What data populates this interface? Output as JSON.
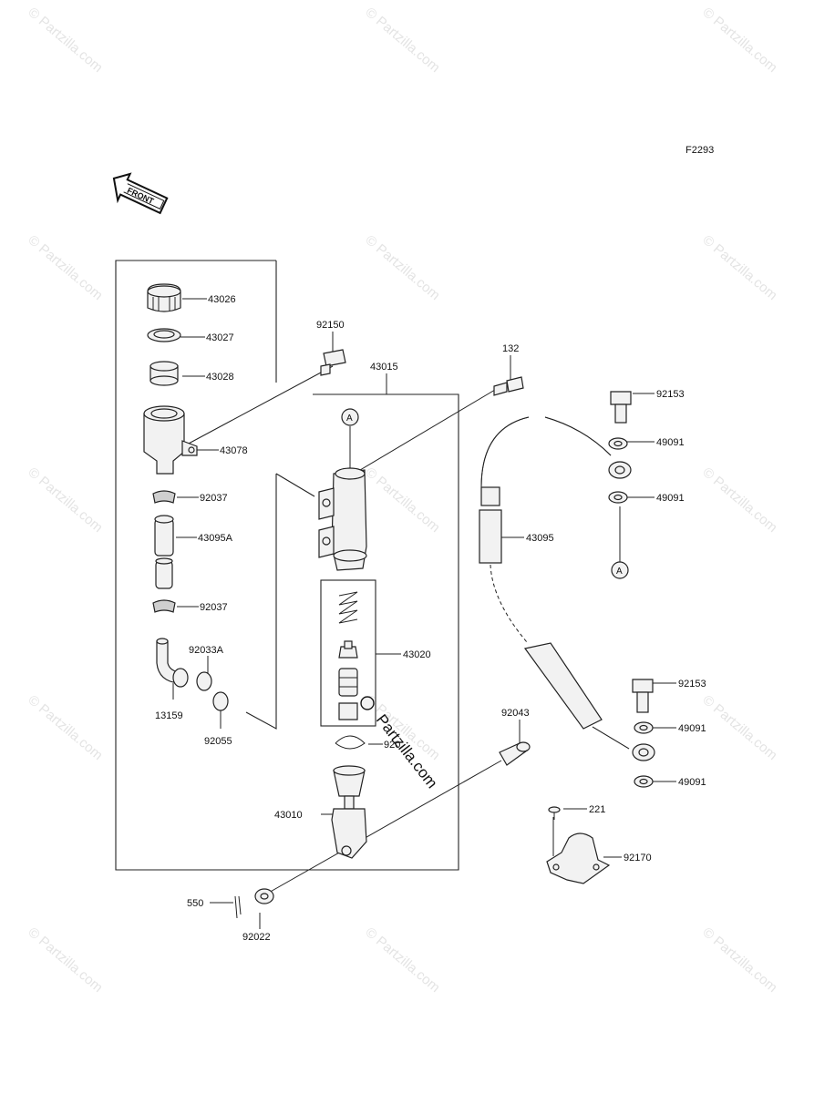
{
  "figure_code": "F2293",
  "front_arrow_label": "FRONT",
  "watermark": "© Partzilla.com",
  "big_watermark": "Partzilla.com",
  "reference_marker": "A",
  "labels": {
    "p43026": "43026",
    "p43027": "43027",
    "p43028": "43028",
    "p43078": "43078",
    "p92037a": "92037",
    "p43095A": "43095A",
    "p92037b": "92037",
    "p92033A": "92033A",
    "p13159": "13159",
    "p92055": "92055",
    "p92150": "92150",
    "p43015": "43015",
    "p132": "132",
    "p43020": "43020",
    "p920xx": "920",
    "p43010": "43010",
    "p550": "550",
    "p92022": "92022",
    "p92043": "92043",
    "p92153a": "92153",
    "p49091a": "49091",
    "p49091b": "49091",
    "p43095": "43095",
    "p92153b": "92153",
    "p49091c": "49091",
    "p49091d": "49091",
    "p221": "221",
    "p92170": "92170"
  }
}
